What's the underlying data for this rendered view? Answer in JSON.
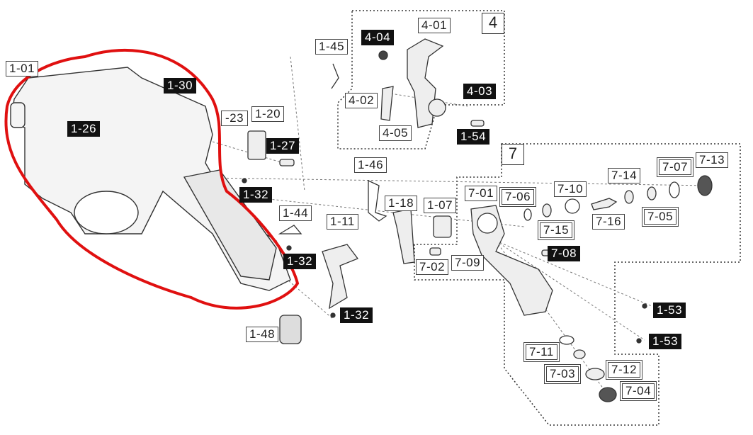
{
  "groups": {
    "g4": "4",
    "g7": "7"
  },
  "colors": {
    "highlight": "#e01010",
    "label_dark": "#111111"
  },
  "labels": [
    {
      "text": "1-01",
      "style": "outlined"
    },
    {
      "text": "1-30",
      "style": "filled"
    },
    {
      "text": "1-26",
      "style": "filled"
    },
    {
      "text": "-23",
      "style": "outlined"
    },
    {
      "text": "1-20",
      "style": "outlined"
    },
    {
      "text": "1-27",
      "style": "filled"
    },
    {
      "text": "1-32",
      "style": "filled"
    },
    {
      "text": "1-45",
      "style": "outlined"
    },
    {
      "text": "4-04",
      "style": "filled"
    },
    {
      "text": "4-01",
      "style": "outlined"
    },
    {
      "text": "4-02",
      "style": "outlined"
    },
    {
      "text": "4-03",
      "style": "filled"
    },
    {
      "text": "4-05",
      "style": "outlined"
    },
    {
      "text": "1-54",
      "style": "filled"
    },
    {
      "text": "1-46",
      "style": "outlined"
    },
    {
      "text": "1-18",
      "style": "outlined"
    },
    {
      "text": "1-07",
      "style": "outlined"
    },
    {
      "text": "7-01",
      "style": "outlined"
    },
    {
      "text": "7-06",
      "style": "double"
    },
    {
      "text": "7-10",
      "style": "outlined"
    },
    {
      "text": "7-14",
      "style": "outlined"
    },
    {
      "text": "7-07",
      "style": "double"
    },
    {
      "text": "7-13",
      "style": "outlined"
    },
    {
      "text": "7-15",
      "style": "double"
    },
    {
      "text": "7-16",
      "style": "outlined"
    },
    {
      "text": "7-05",
      "style": "double"
    },
    {
      "text": "1-44",
      "style": "outlined"
    },
    {
      "text": "1-11",
      "style": "outlined"
    },
    {
      "text": "1-32",
      "style": "filled"
    },
    {
      "text": "7-02",
      "style": "outlined"
    },
    {
      "text": "7-09",
      "style": "outlined"
    },
    {
      "text": "7-08",
      "style": "filled"
    },
    {
      "text": "1-53",
      "style": "filled"
    },
    {
      "text": "1-53",
      "style": "filled"
    },
    {
      "text": "1-32",
      "style": "filled"
    },
    {
      "text": "1-48",
      "style": "outlined"
    },
    {
      "text": "7-11",
      "style": "double"
    },
    {
      "text": "7-03",
      "style": "double"
    },
    {
      "text": "7-12",
      "style": "double"
    },
    {
      "text": "7-04",
      "style": "double"
    }
  ]
}
